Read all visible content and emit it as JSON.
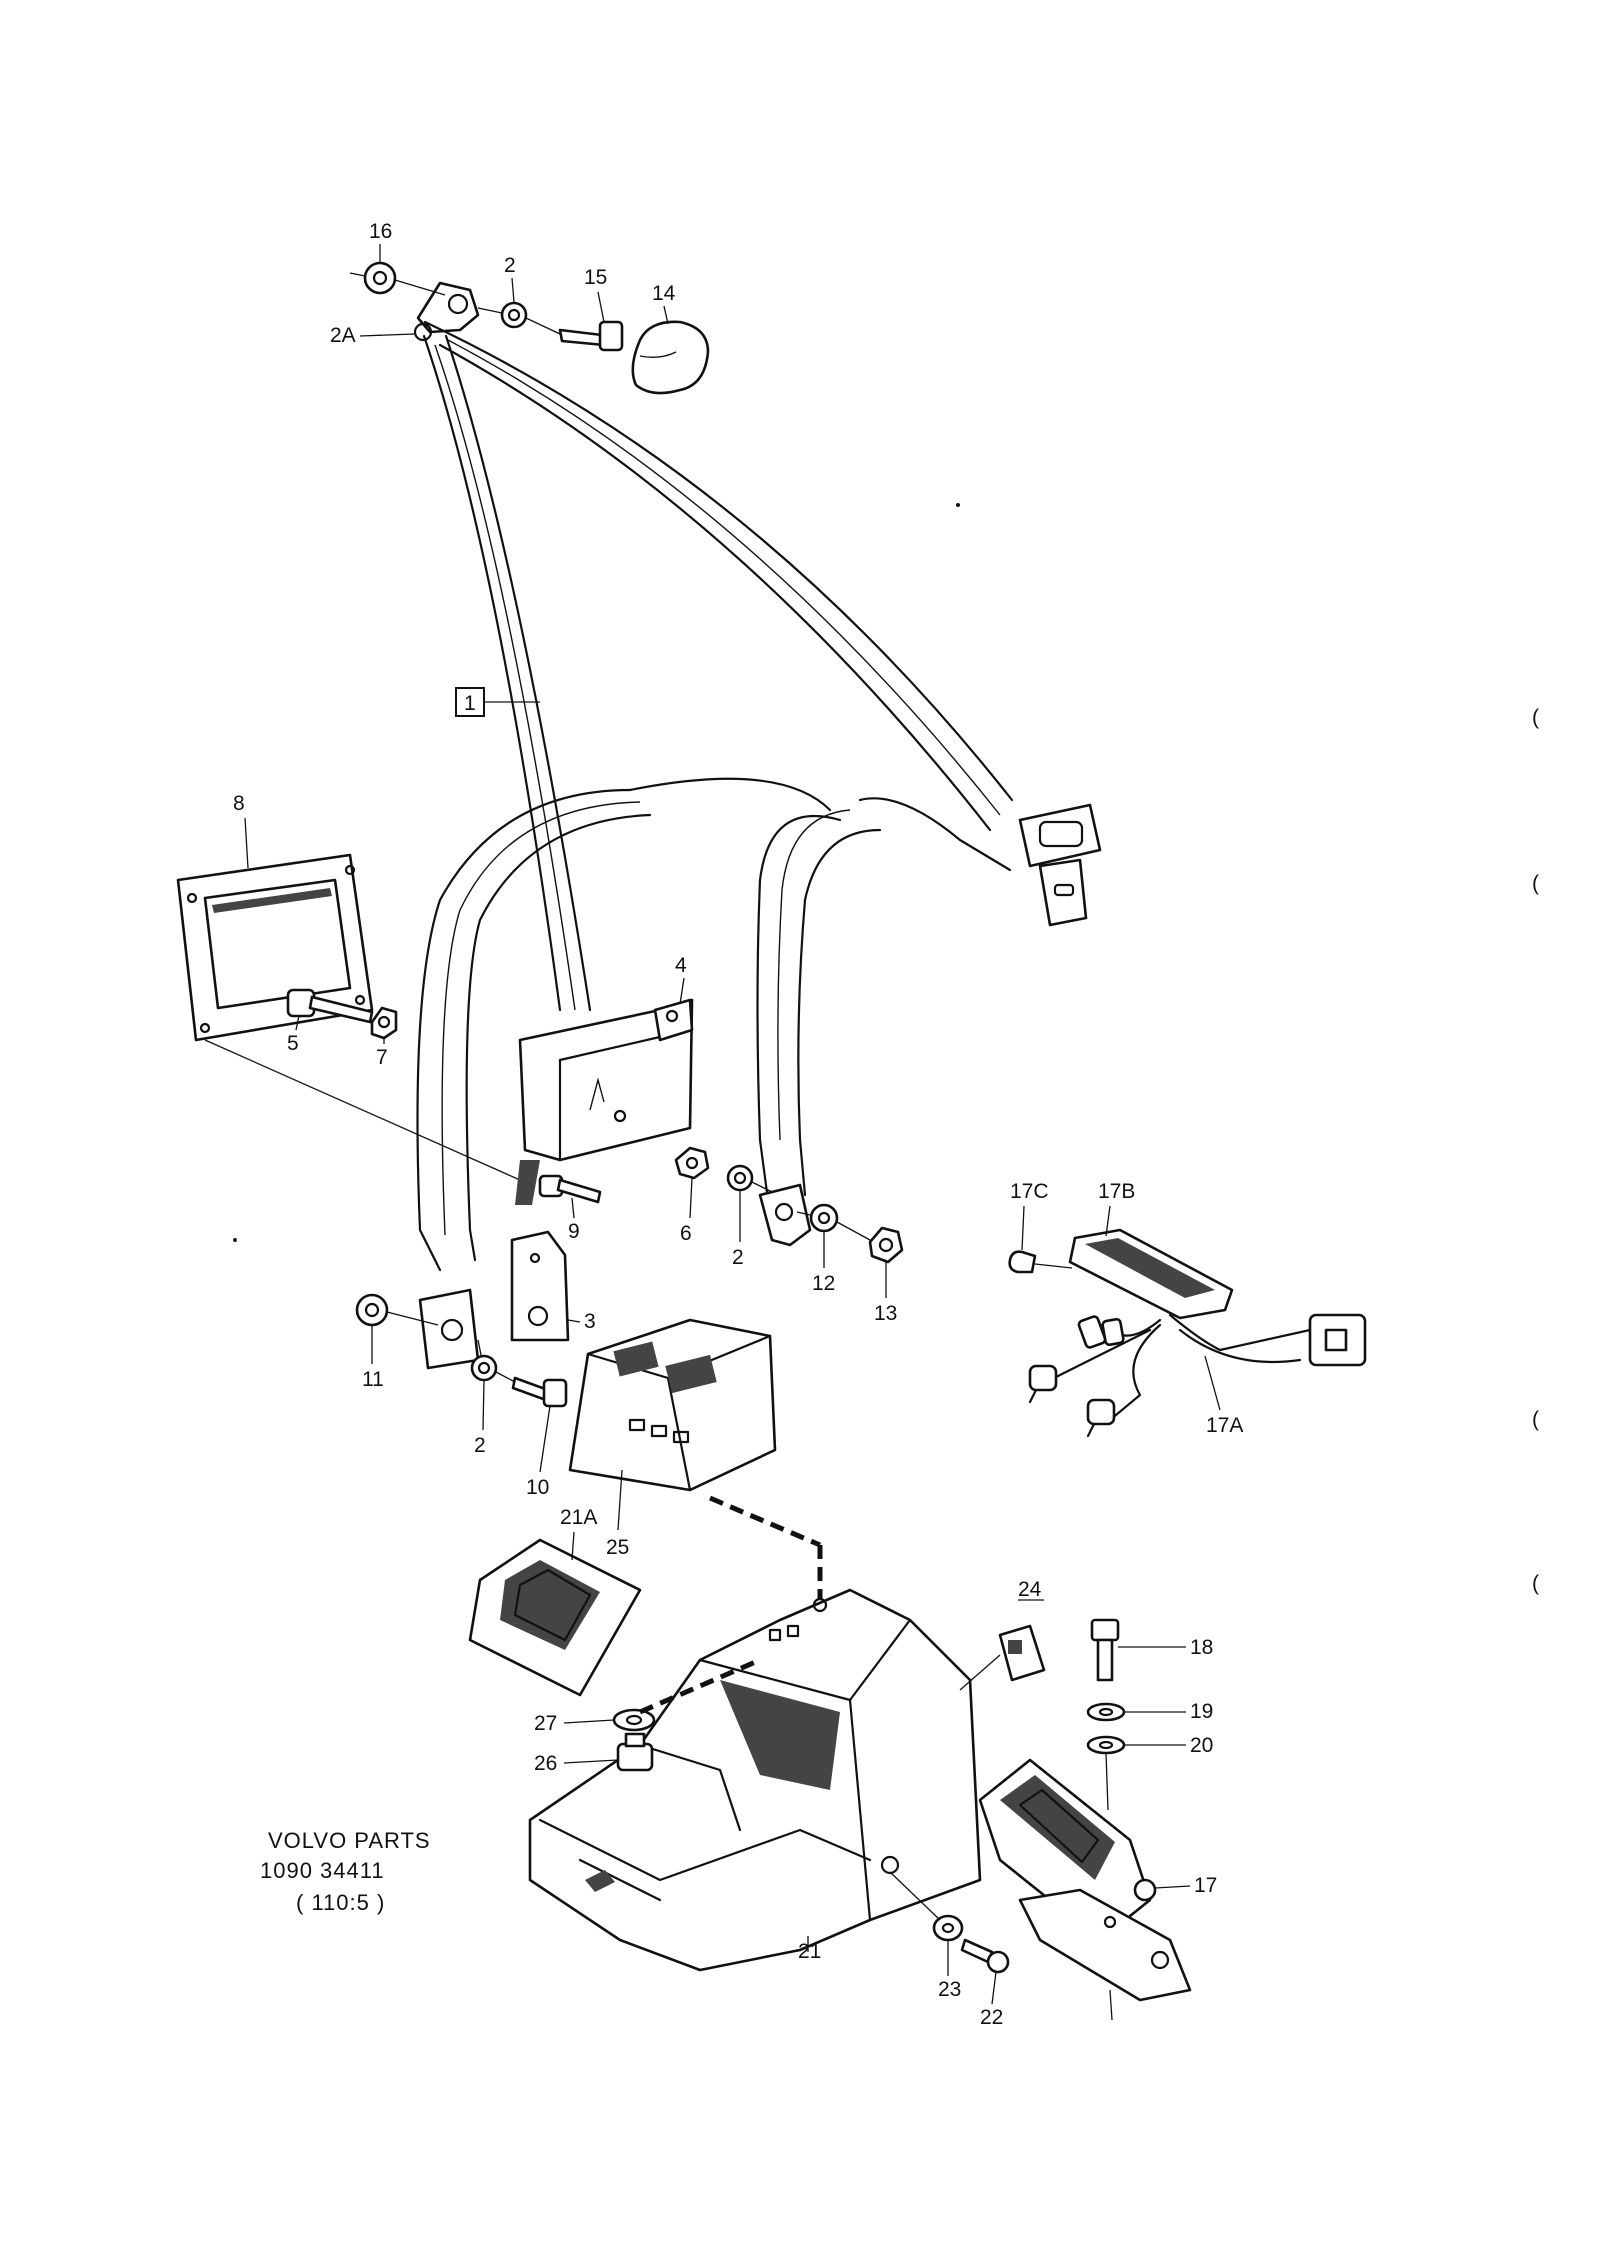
{
  "caption": {
    "line1": "VOLVO PARTS",
    "line2": "1090 34411",
    "line3": "( 110:5 )"
  },
  "callouts": [
    {
      "id": "c16",
      "text": "16"
    },
    {
      "id": "c2a",
      "text": "2"
    },
    {
      "id": "c15",
      "text": "15"
    },
    {
      "id": "c14",
      "text": "14"
    },
    {
      "id": "c2A",
      "text": "2A"
    },
    {
      "id": "c1",
      "text": "1"
    },
    {
      "id": "c8",
      "text": "8"
    },
    {
      "id": "c4",
      "text": "4"
    },
    {
      "id": "c5",
      "text": "5"
    },
    {
      "id": "c7",
      "text": "7"
    },
    {
      "id": "c9",
      "text": "9"
    },
    {
      "id": "c6",
      "text": "6"
    },
    {
      "id": "c2b",
      "text": "2"
    },
    {
      "id": "c12",
      "text": "12"
    },
    {
      "id": "c13",
      "text": "13"
    },
    {
      "id": "c3",
      "text": "3"
    },
    {
      "id": "c11",
      "text": "11"
    },
    {
      "id": "c2c",
      "text": "2"
    },
    {
      "id": "c10",
      "text": "10"
    },
    {
      "id": "c17C",
      "text": "17C"
    },
    {
      "id": "c17B",
      "text": "17B"
    },
    {
      "id": "c17A",
      "text": "17A"
    },
    {
      "id": "c21A",
      "text": "21A"
    },
    {
      "id": "c25",
      "text": "25"
    },
    {
      "id": "c24",
      "text": "24"
    },
    {
      "id": "c18",
      "text": "18"
    },
    {
      "id": "c19",
      "text": "19"
    },
    {
      "id": "c20",
      "text": "20"
    },
    {
      "id": "c27",
      "text": "27"
    },
    {
      "id": "c26",
      "text": "26"
    },
    {
      "id": "c17",
      "text": "17"
    },
    {
      "id": "c21",
      "text": "21"
    },
    {
      "id": "c23",
      "text": "23"
    },
    {
      "id": "c22",
      "text": "22"
    }
  ],
  "margin_marks": [
    "(",
    "(",
    "(",
    "("
  ]
}
